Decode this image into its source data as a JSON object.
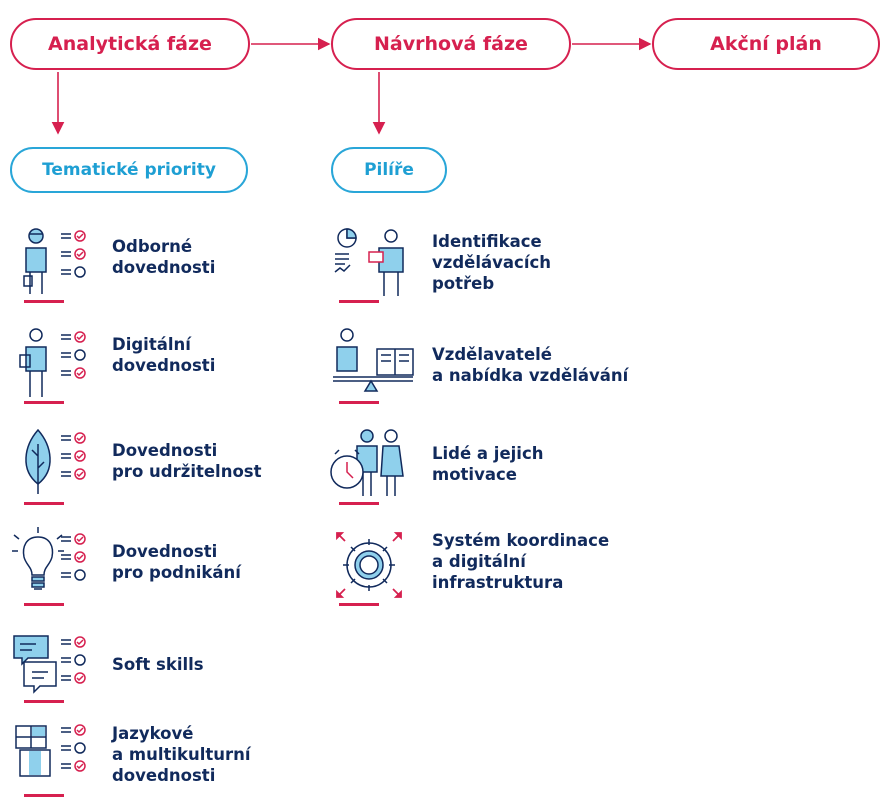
{
  "phases": {
    "analytical": "Analytická fáze",
    "design": "Návrhová fáze",
    "action": "Akční plán"
  },
  "categories": {
    "thematic": "Tematické priority",
    "pillars": "Pilíře"
  },
  "thematic_items": [
    {
      "line1": "Odborné",
      "line2": "dovednosti",
      "icon": "worker-checklist-icon"
    },
    {
      "line1": "Digitální",
      "line2": "dovednosti",
      "icon": "person-tablet-checklist-icon"
    },
    {
      "line1": "Dovednosti",
      "line2": "pro udržitelnost",
      "icon": "leaf-checklist-icon"
    },
    {
      "line1": "Dovednosti",
      "line2": "pro podnikání",
      "icon": "lightbulb-checklist-icon"
    },
    {
      "line1": "Soft skills",
      "icon": "speech-bubbles-checklist-icon"
    },
    {
      "line1": "Jazykové",
      "line2": "a multikulturní",
      "line3": "dovednosti",
      "icon": "flags-checklist-icon"
    }
  ],
  "pillar_items": [
    {
      "line1": "Identifikace",
      "line2": "vzdělávacích",
      "line3": "potřeb",
      "icon": "analyst-chart-icon"
    },
    {
      "line1": "Vzdělavatelé",
      "line2": "a nabídka vzdělávání",
      "icon": "educator-book-icon"
    },
    {
      "line1": "Lidé a jejich",
      "line2": "motivace",
      "icon": "people-clock-icon"
    },
    {
      "line1": "Systém koordinace",
      "line2": "a digitální",
      "line3": "infrastruktura",
      "icon": "gear-arrows-icon"
    }
  ],
  "colors": {
    "accent_red": "#d6204f",
    "accent_blue": "#29a6d8",
    "text_navy": "#112a5c",
    "icon_fill": "#8fd0ec"
  }
}
